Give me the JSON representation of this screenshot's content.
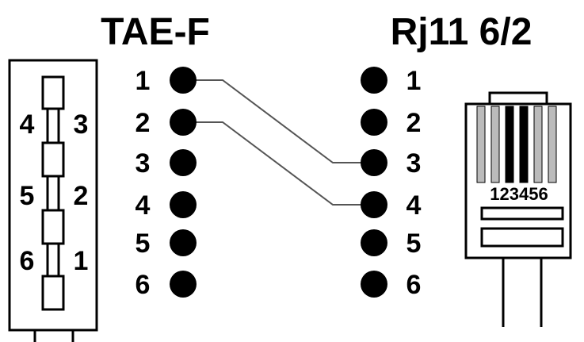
{
  "titles": {
    "left": "TAE-F",
    "right": "Rj11 6/2"
  },
  "left_pins": [
    "1",
    "2",
    "3",
    "4",
    "5",
    "6"
  ],
  "right_pins": [
    "1",
    "2",
    "3",
    "4",
    "5",
    "6"
  ],
  "tae_labels": {
    "left": [
      "4",
      "5",
      "6"
    ],
    "right": [
      "3",
      "2",
      "1"
    ]
  },
  "rj11_contact_labels": "123456",
  "wiring": [
    {
      "from": 1,
      "to": 3
    },
    {
      "from": 2,
      "to": 4
    }
  ],
  "colors": {
    "ink": "#000000",
    "wire": "#555555",
    "background": "#ffffff"
  }
}
